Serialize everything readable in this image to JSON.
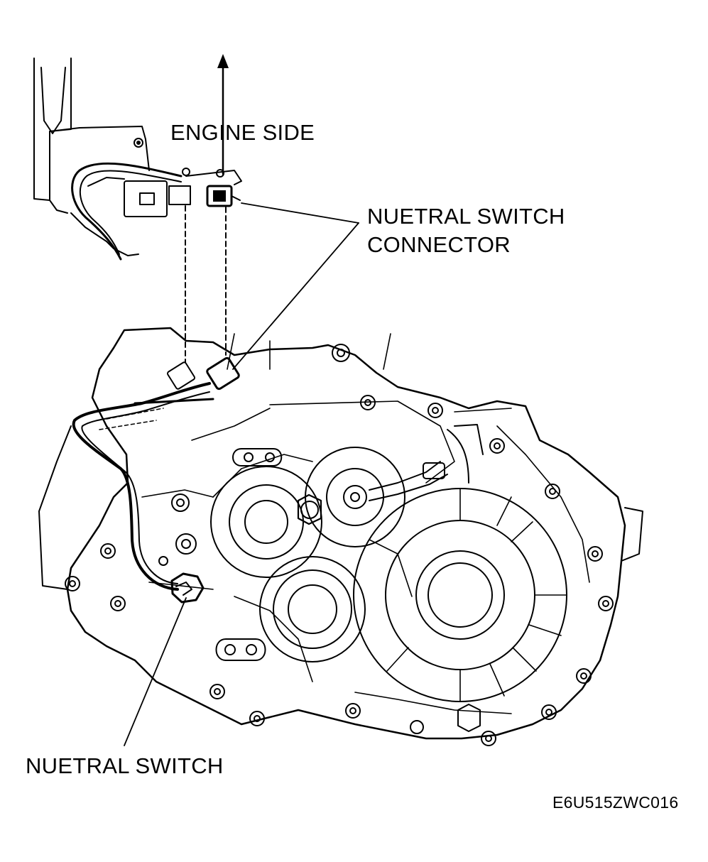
{
  "labels": {
    "engine_side": "ENGINE SIDE",
    "connector_line1": "NUETRAL SWITCH",
    "connector_line2": "CONNECTOR",
    "neutral_switch": "NUETRAL SWITCH",
    "figure_code": "E6U515ZWC016"
  },
  "colors": {
    "ink": "#000000",
    "paper": "#ffffff"
  }
}
